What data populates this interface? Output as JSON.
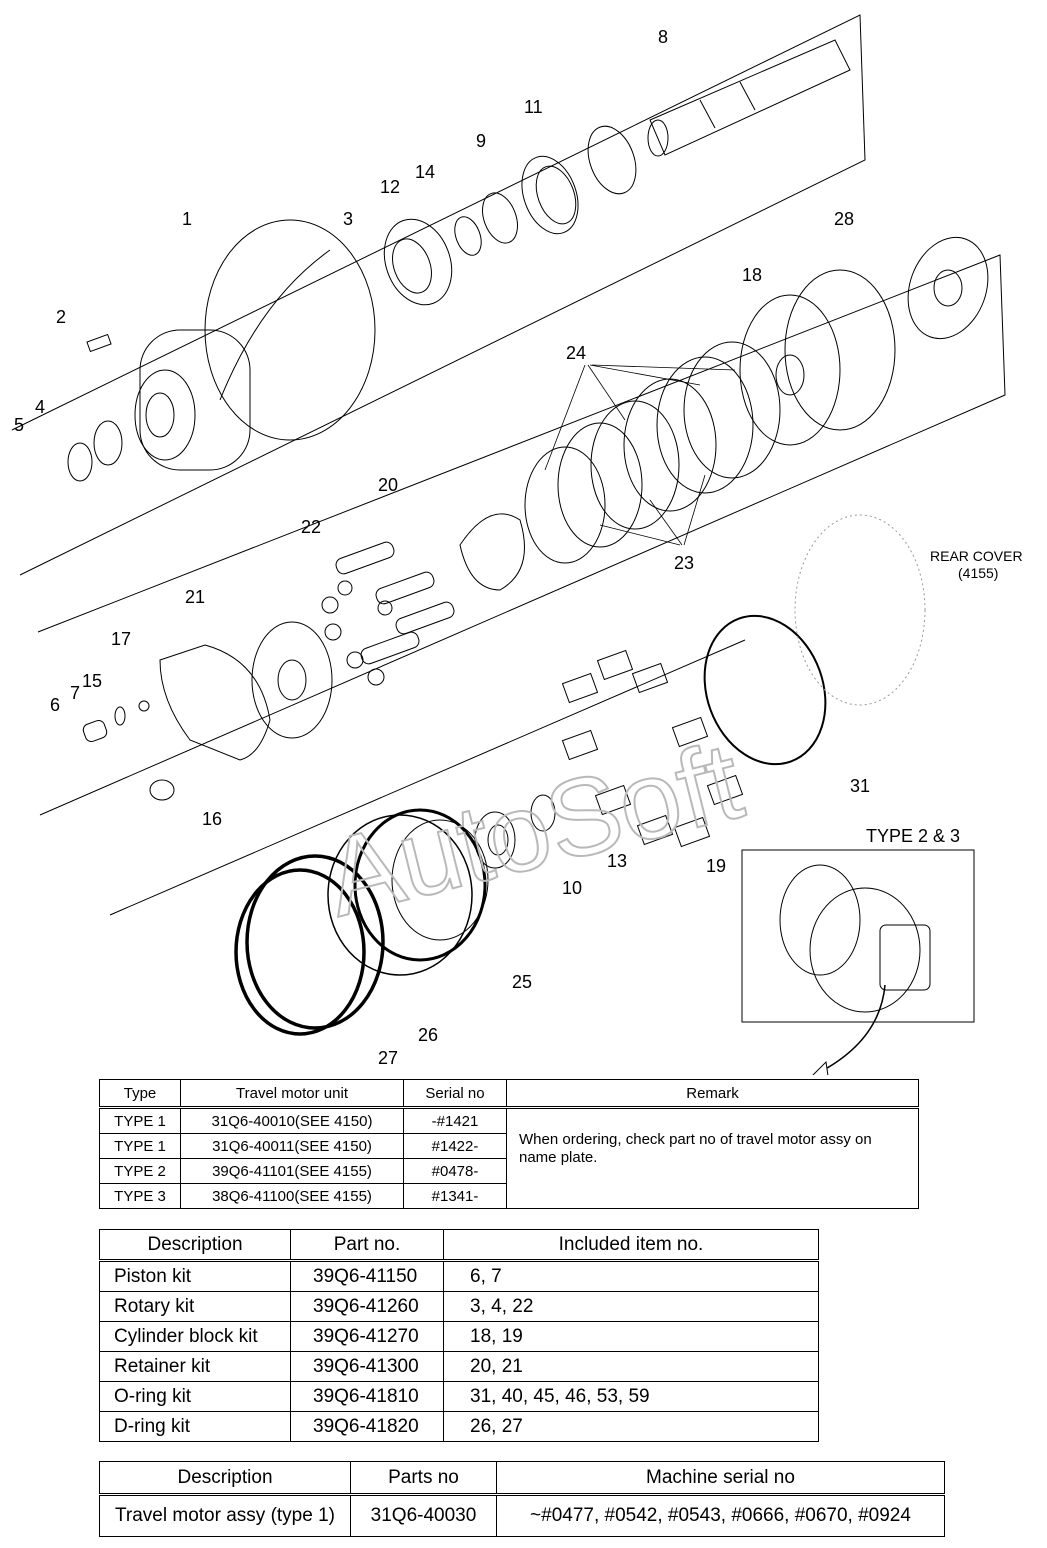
{
  "diagram": {
    "callouts": [
      "1",
      "2",
      "3",
      "4",
      "5",
      "6",
      "7",
      "8",
      "9",
      "10",
      "11",
      "12",
      "13",
      "14",
      "15",
      "16",
      "17",
      "18",
      "19",
      "20",
      "21",
      "22",
      "23",
      "24",
      "25",
      "26",
      "27",
      "28",
      "31"
    ],
    "rear_cover_label": "REAR COVER",
    "rear_cover_code": "(4155)",
    "inset_title": "TYPE 2 & 3",
    "watermark": "AutoSoft"
  },
  "type_table": {
    "headers": [
      "Type",
      "Travel motor unit",
      "Serial no",
      "Remark"
    ],
    "rows": [
      [
        "TYPE 1",
        "31Q6-40010(SEE 4150)",
        "-#1421"
      ],
      [
        "TYPE 1",
        "31Q6-40011(SEE 4150)",
        "#1422-"
      ],
      [
        "TYPE 2",
        "39Q6-41101(SEE 4155)",
        "#0478-"
      ],
      [
        "TYPE 3",
        "38Q6-41100(SEE 4155)",
        "#1341-"
      ]
    ],
    "remark": "When ordering, check part no of travel motor assy on name plate."
  },
  "kit_table": {
    "headers": [
      "Description",
      "Part no.",
      "Included item no."
    ],
    "rows": [
      [
        "Piston kit",
        "39Q6-41150",
        "6, 7"
      ],
      [
        "Rotary kit",
        "39Q6-41260",
        "3, 4, 22"
      ],
      [
        "Cylinder block kit",
        "39Q6-41270",
        "18, 19"
      ],
      [
        "Retainer kit",
        "39Q6-41300",
        "20, 21"
      ],
      [
        "O-ring kit",
        "39Q6-41810",
        "31, 40, 45, 46, 53, 59"
      ],
      [
        "D-ring kit",
        "39Q6-41820",
        "26, 27"
      ]
    ]
  },
  "assy_table": {
    "headers": [
      "Description",
      "Parts no",
      "Machine serial no"
    ],
    "rows": [
      [
        "Travel motor assy (type 1)",
        "31Q6-40030",
        "~#0477, #0542, #0543, #0666, #0670, #0924"
      ]
    ]
  }
}
